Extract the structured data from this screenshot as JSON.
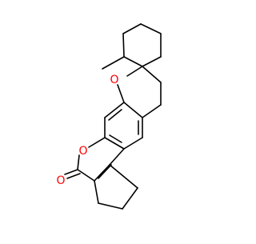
{
  "molecule": {
    "atom_labels": {
      "ring_oxygen_pyran": "O",
      "ring_oxygen_lactone": "O",
      "carbonyl_oxygen": "O"
    },
    "colors": {
      "background": "#ffffff",
      "bond": "#000000",
      "oxygen": "#ff0000"
    }
  }
}
